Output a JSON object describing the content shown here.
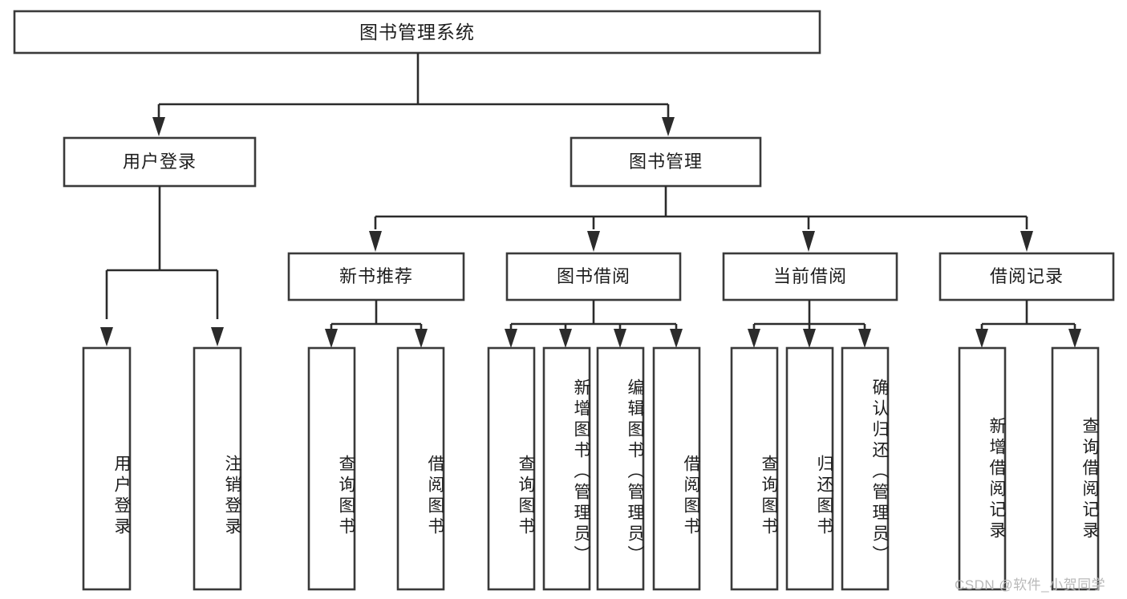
{
  "diagram": {
    "type": "tree-hierarchy-chart",
    "title": "图书管理系统",
    "orientation": "top-down",
    "colors": {
      "box_stroke": "#3a3a3a",
      "box_fill": "#ffffff",
      "connector": "#2b2b2b",
      "text": "#1d1d1d",
      "watermark": "#b9b9b9",
      "background": "#ffffff"
    },
    "root": {
      "id": "root",
      "label": "图书管理系统",
      "text_direction": "horizontal"
    },
    "level2": [
      {
        "id": "user-login",
        "label": "用户登录",
        "text_direction": "horizontal"
      },
      {
        "id": "book-manage",
        "label": "图书管理",
        "text_direction": "horizontal"
      }
    ],
    "level3": [
      {
        "id": "new-book-rec",
        "label": "新书推荐",
        "text_direction": "horizontal",
        "parent": "book-manage"
      },
      {
        "id": "book-borrow",
        "label": "图书借阅",
        "text_direction": "horizontal",
        "parent": "book-manage"
      },
      {
        "id": "current-borrow",
        "label": "当前借阅",
        "text_direction": "horizontal",
        "parent": "book-manage"
      },
      {
        "id": "borrow-record",
        "label": "借阅记录",
        "text_direction": "horizontal",
        "parent": "book-manage"
      }
    ],
    "leaves": {
      "user_login": [
        {
          "id": "leaf-user-login",
          "label": "用户登录",
          "text_direction": "vertical"
        },
        {
          "id": "leaf-logout",
          "label": "注销登录",
          "text_direction": "vertical"
        }
      ],
      "new_book_rec": [
        {
          "id": "leaf-query-book-1",
          "label": "查询图书",
          "text_direction": "vertical"
        },
        {
          "id": "leaf-borrow-book-1",
          "label": "借阅图书",
          "text_direction": "vertical"
        }
      ],
      "book_borrow": [
        {
          "id": "leaf-query-book-2",
          "label": "查询图书",
          "text_direction": "vertical"
        },
        {
          "id": "leaf-add-book",
          "label": "新增图书（管理员）",
          "text_direction": "vertical"
        },
        {
          "id": "leaf-edit-book",
          "label": "编辑图书（管理员）",
          "text_direction": "vertical"
        },
        {
          "id": "leaf-borrow-book-2",
          "label": "借阅图书",
          "text_direction": "vertical"
        }
      ],
      "current_borrow": [
        {
          "id": "leaf-query-book-3",
          "label": "查询图书",
          "text_direction": "vertical"
        },
        {
          "id": "leaf-return-book",
          "label": "归还图书",
          "text_direction": "vertical"
        },
        {
          "id": "leaf-confirm-return",
          "label": "确认归还（管理员）",
          "text_direction": "vertical"
        }
      ],
      "borrow_record": [
        {
          "id": "leaf-add-record",
          "label": "新增借阅记录",
          "text_direction": "vertical"
        },
        {
          "id": "leaf-query-record",
          "label": "查询借阅记录",
          "text_direction": "vertical"
        }
      ]
    }
  },
  "watermark": {
    "text": "CSDN @软件_小贺同学"
  }
}
